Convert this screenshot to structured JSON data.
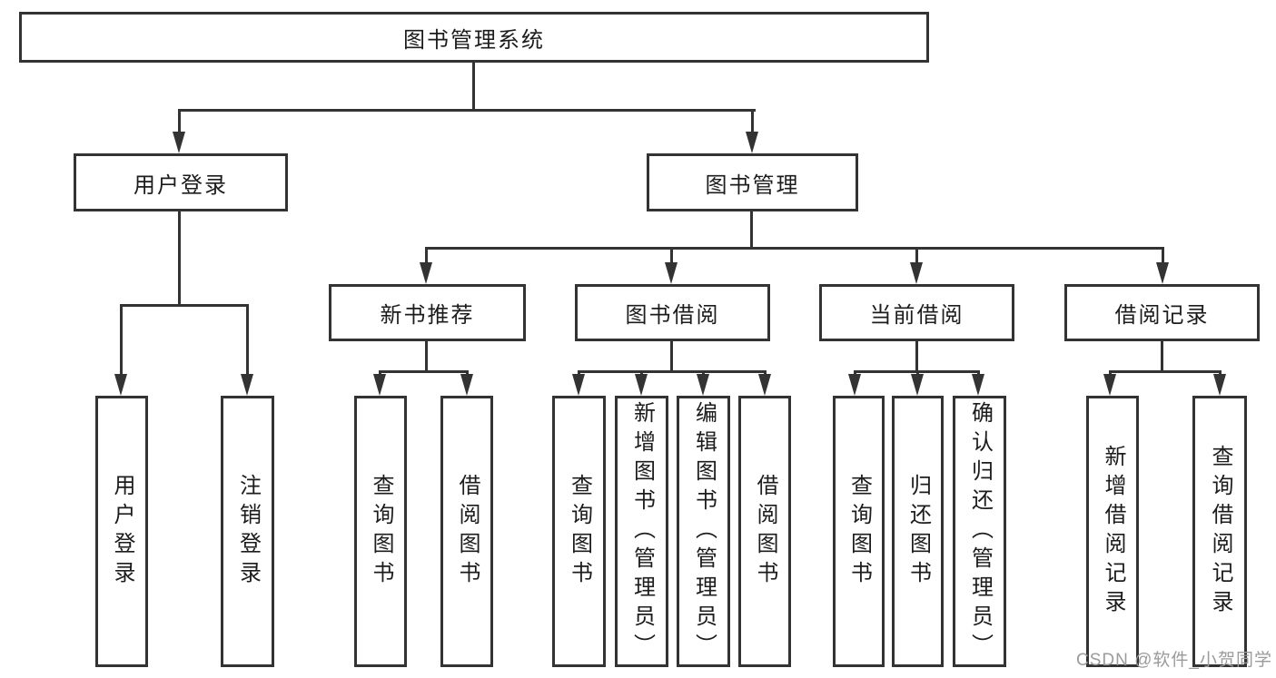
{
  "diagram": {
    "title": "图书管理系统",
    "level2": [
      {
        "label": "用户登录"
      },
      {
        "label": "图书管理"
      }
    ],
    "level3": [
      {
        "label": "新书推荐"
      },
      {
        "label": "图书借阅"
      },
      {
        "label": "当前借阅"
      },
      {
        "label": "借阅记录"
      }
    ],
    "leaves": {
      "user": [
        {
          "label": "用户登录"
        },
        {
          "label": "注销登录"
        }
      ],
      "newbook": [
        {
          "label": "查询图书"
        },
        {
          "label": "借阅图书"
        }
      ],
      "borrow": [
        {
          "label": "查询图书"
        },
        {
          "label": "新增图书（管理员）"
        },
        {
          "label": "编辑图书（管理员）"
        },
        {
          "label": "借阅图书"
        }
      ],
      "current": [
        {
          "label": "查询图书"
        },
        {
          "label": "归还图书"
        },
        {
          "label": "确认归还（管理员）"
        }
      ],
      "records": [
        {
          "label": "新增借阅记录"
        },
        {
          "label": "查询借阅记录"
        }
      ]
    }
  },
  "watermark": {
    "text": "CSDN @软件_小贺同学"
  },
  "colors": {
    "line": "#333333",
    "text": "#1c1c1c",
    "background": "#ffffff",
    "watermark": "#9b9b9b"
  }
}
